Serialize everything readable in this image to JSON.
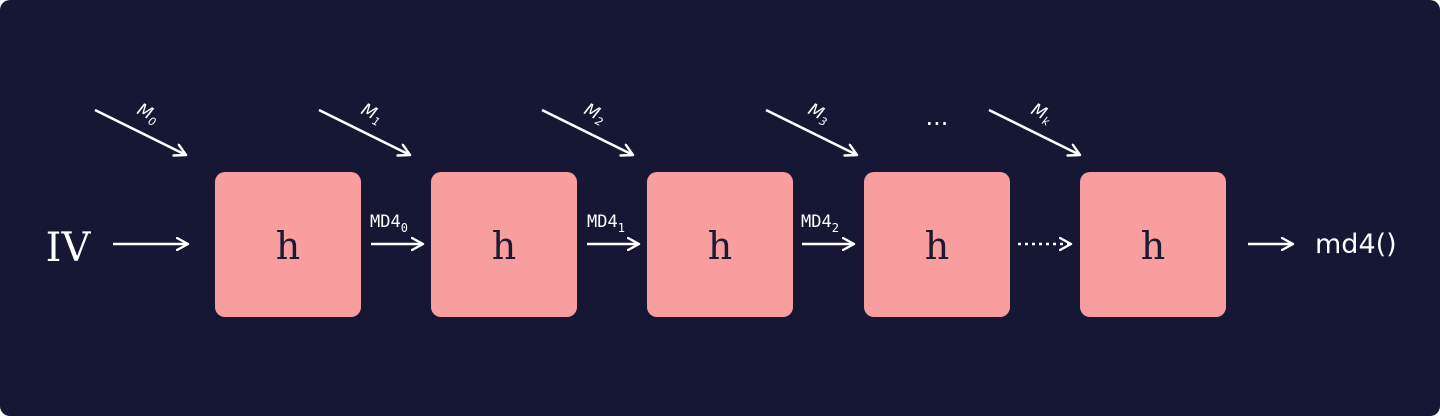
{
  "colors": {
    "background": "#161635",
    "block_fill": "#f99e9e",
    "foreground": "#ffffff",
    "block_text": "#1a1a2e"
  },
  "input": {
    "iv_label": "IV"
  },
  "blocks": [
    {
      "label": "h",
      "message_base": "M",
      "message_sub": "0"
    },
    {
      "label": "h",
      "message_base": "M",
      "message_sub": "1"
    },
    {
      "label": "h",
      "message_base": "M",
      "message_sub": "2"
    },
    {
      "label": "h",
      "message_base": "M",
      "message_sub": "3"
    },
    {
      "label": "h",
      "message_base": "M",
      "message_sub": "k"
    }
  ],
  "chain_labels": [
    {
      "base": "MD4",
      "sub": "0"
    },
    {
      "base": "MD4",
      "sub": "1"
    },
    {
      "base": "MD4",
      "sub": "2"
    }
  ],
  "ellipsis": "...",
  "output": {
    "label": "md4()"
  }
}
